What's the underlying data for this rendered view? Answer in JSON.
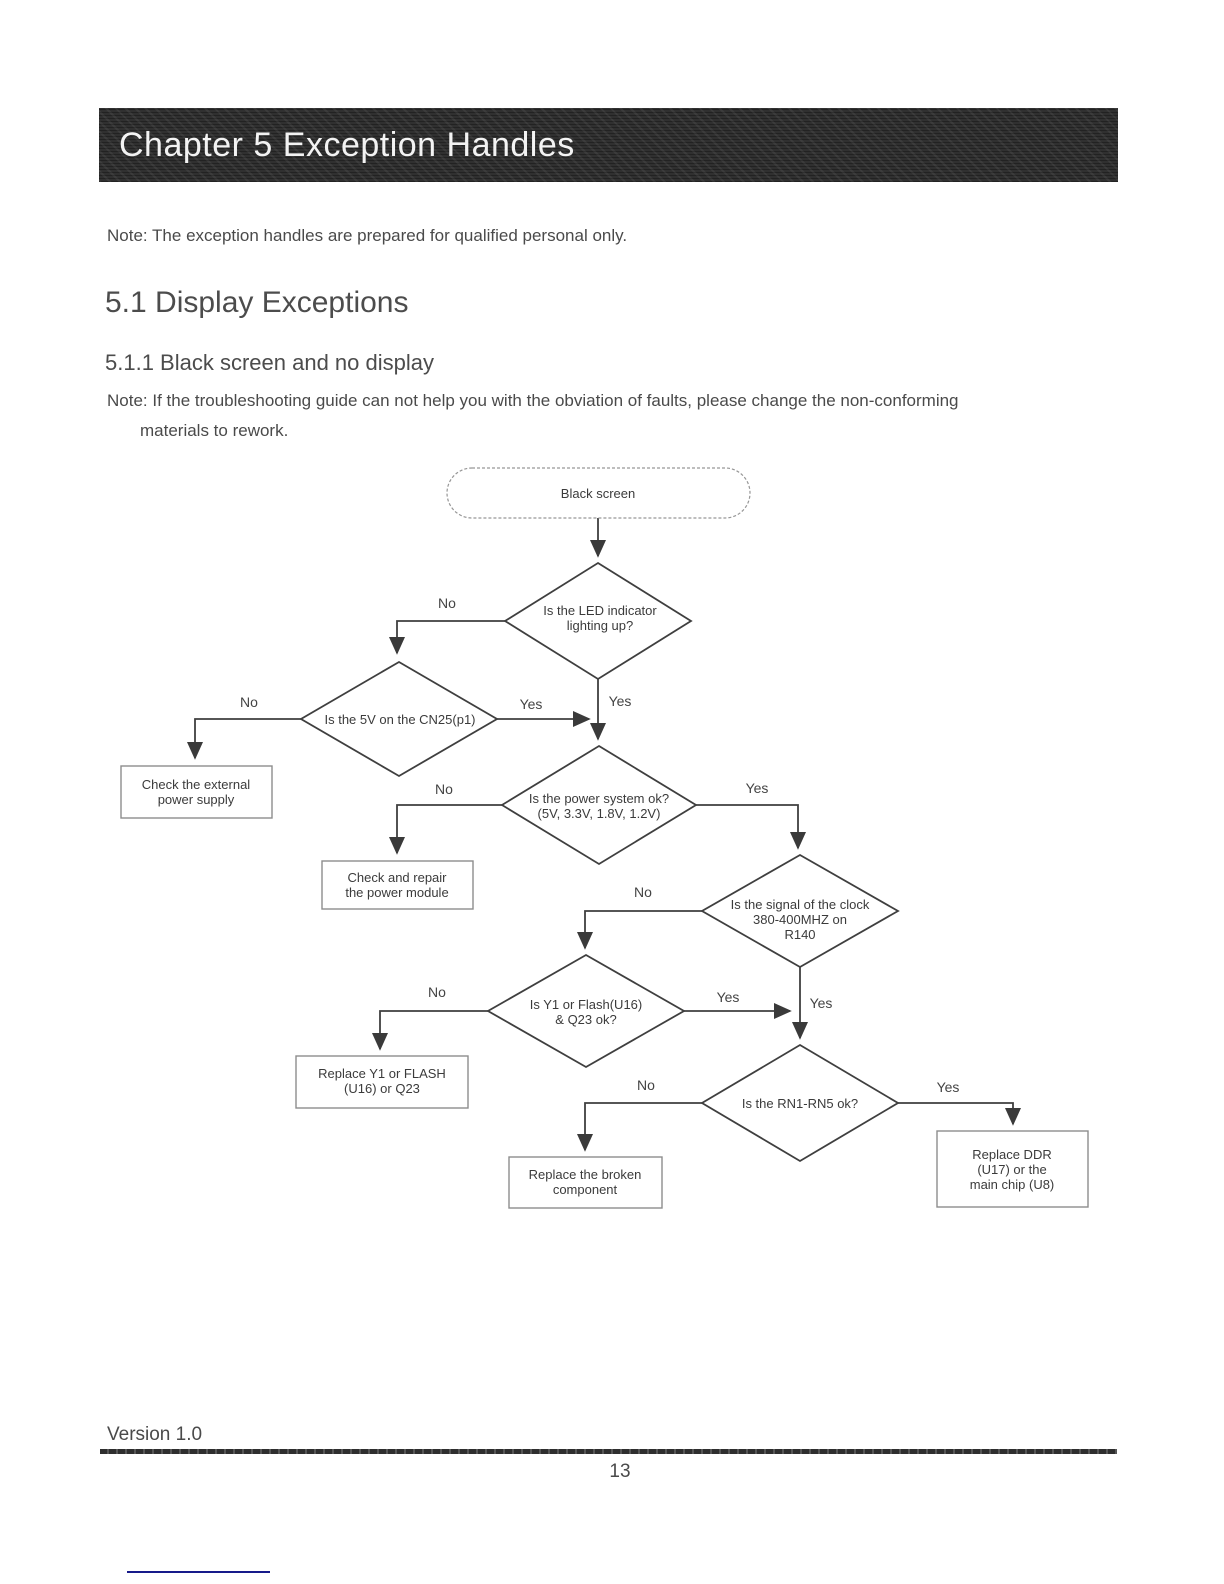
{
  "page": {
    "chapter_title": "Chapter 5 Exception Handles",
    "intro_note": "Note: The exception handles are prepared for qualified personal only.",
    "section_heading": "5.1 Display Exceptions",
    "subsection_heading": "5.1.1 Black screen and no display",
    "note_line1": "Note: If the troubleshooting guide can not help you with the obviation of faults, please change the non-conforming",
    "note_line2": "materials to rework.",
    "footer_version": "Version 1.0",
    "page_number": "13"
  },
  "flowchart": {
    "start": {
      "label": "Black screen"
    },
    "d_led": {
      "line1": "Is the LED indicator",
      "line2": "lighting up?"
    },
    "d_5v": {
      "line1": "Is the 5V on the CN25(p1)"
    },
    "d_power": {
      "line1": "Is the power system ok?",
      "line2": "(5V, 3.3V, 1.8V, 1.2V)"
    },
    "d_clock": {
      "line1": "Is the signal of the clock",
      "line2": "380-400MHZ on",
      "line3": "R140"
    },
    "d_flash": {
      "line1": "Is Y1 or Flash(U16)",
      "line2": "& Q23 ok?"
    },
    "d_rn": {
      "line1": "Is the RN1-RN5 ok?"
    },
    "a_external": {
      "line1": "Check the external",
      "line2": "power supply"
    },
    "a_powermodule": {
      "line1": "Check and repair",
      "line2": "the power module"
    },
    "a_flash": {
      "line1": "Replace Y1 or FLASH",
      "line2": "(U16) or Q23"
    },
    "a_broken": {
      "line1": "Replace the broken",
      "line2": "component"
    },
    "a_ddr": {
      "line1": "Replace DDR",
      "line2": "(U17) or the",
      "line3": "main chip (U8)"
    },
    "labels": {
      "yes": "Yes",
      "no": "No"
    }
  },
  "colors": {
    "header-bg": "#303030",
    "accent-blue": "#171a8a",
    "line-color": "#3f3f3f"
  }
}
